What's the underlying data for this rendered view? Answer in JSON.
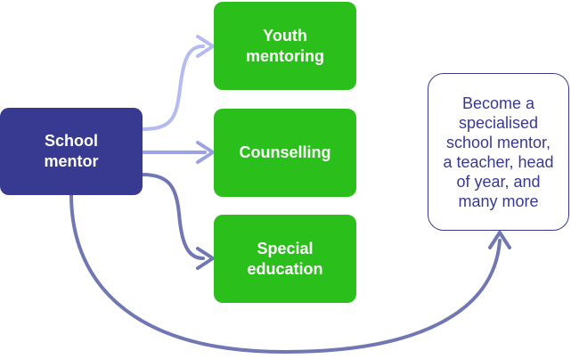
{
  "diagram": {
    "source": {
      "label": "School\nmentor"
    },
    "options": [
      {
        "id": "youth",
        "label": "Youth\nmentoring"
      },
      {
        "id": "counselling",
        "label": "Counselling"
      },
      {
        "id": "special",
        "label": "Special\neducation"
      }
    ],
    "outcome": {
      "label": "Become a\nspecialised\nschool mentor,\na teacher, head\nof year, and\nmany more"
    }
  },
  "colors": {
    "source_fill": "#383a91",
    "option_fill": "#2bbf1c",
    "outcome_border": "#383a91",
    "arrow_light": "#b3bbf2",
    "arrow_mid": "#9aa2e3",
    "arrow_dark": "#7077b3"
  }
}
